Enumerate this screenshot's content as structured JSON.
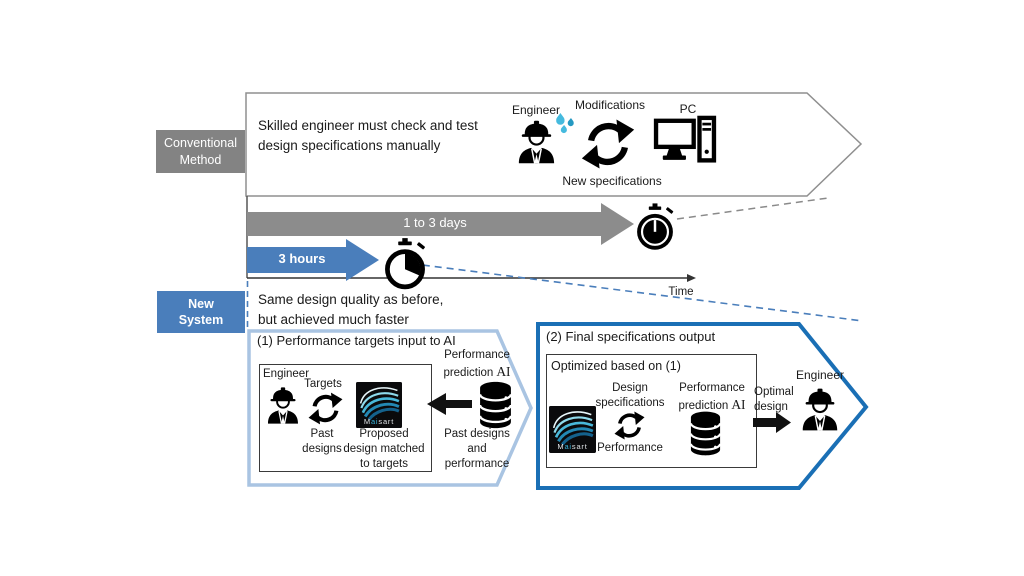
{
  "colors": {
    "conventional_gray": "#838383",
    "accent_blue": "#4a7ebb",
    "box1_border": "#a9c4e2",
    "box2_border": "#1a6fb5",
    "drops_cyan": "#3ab5dc"
  },
  "conventional": {
    "label": "Conventional\nMethod",
    "description": "Skilled engineer must check and test\ndesign specifications manually",
    "engineer_label": "Engineer",
    "modifications_label": "Modifications",
    "new_specifications_label": "New specifications",
    "pc_label": "PC"
  },
  "timeline": {
    "long_duration_label": "1 to 3 days",
    "short_duration_label": "3 hours",
    "axis_label": "Time"
  },
  "new_system": {
    "label": "New\nSystem",
    "benefit": "Same design quality as before,\nbut achieved much faster"
  },
  "box1": {
    "title": "(1) Performance targets input to AI",
    "engineer_label": "Engineer",
    "targets_label": "Targets",
    "past_designs_label": "Past\ndesigns",
    "proposed_label": "Proposed\ndesign matched\nto targets",
    "prediction_line1": "Performance",
    "prediction_line2": "prediction",
    "prediction_ai": "AI",
    "db_caption": "Past designs\nand\nperformance"
  },
  "box2": {
    "title": "(2) Final specifications output",
    "optimized_label": "Optimized based on (1)",
    "design_specs_label": "Design\nspecifications",
    "performance_label": "Performance",
    "prediction_line1": "Performance",
    "prediction_line2": "prediction",
    "prediction_ai": "AI",
    "optimal_label": "Optimal\ndesign",
    "engineer_label": "Engineer"
  },
  "maisart": {
    "m": "M",
    "ai": "ai",
    "sart": "sart"
  }
}
